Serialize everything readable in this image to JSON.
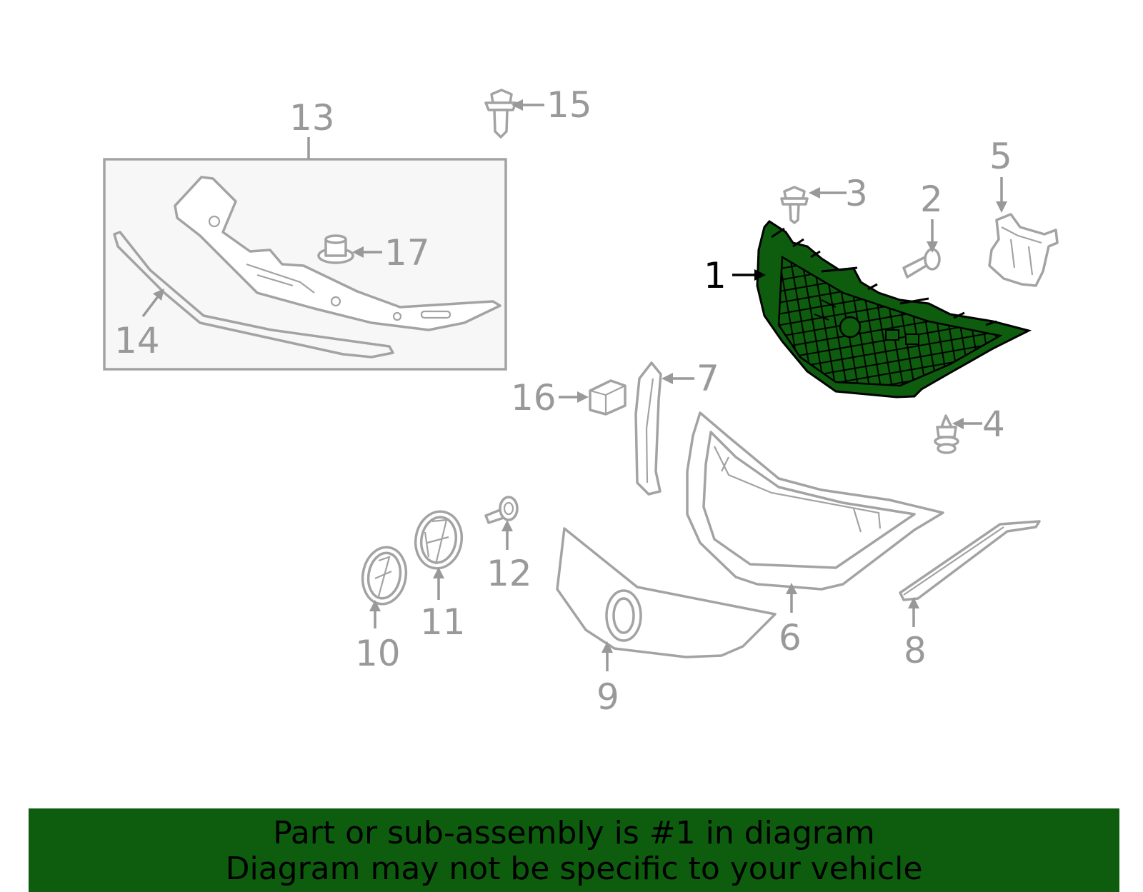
{
  "callouts": {
    "c1": "1",
    "c2": "2",
    "c3": "3",
    "c4": "4",
    "c5": "5",
    "c6": "6",
    "c7": "7",
    "c8": "8",
    "c9": "9",
    "c10": "10",
    "c11": "11",
    "c12": "12",
    "c13": "13",
    "c14": "14",
    "c15": "15",
    "c16": "16",
    "c17": "17"
  },
  "highlighted_part": "1",
  "colors": {
    "highlight_fill": "#0e5c0e",
    "line_gray": "#a3a3a3",
    "label_gray": "#999999",
    "banner_bg": "#0e5c0e",
    "box_bg": "#f7f7f7"
  },
  "banner": {
    "line1": "Part or sub-assembly is #1 in diagram",
    "line2": "Diagram may not be specific to your vehicle"
  }
}
